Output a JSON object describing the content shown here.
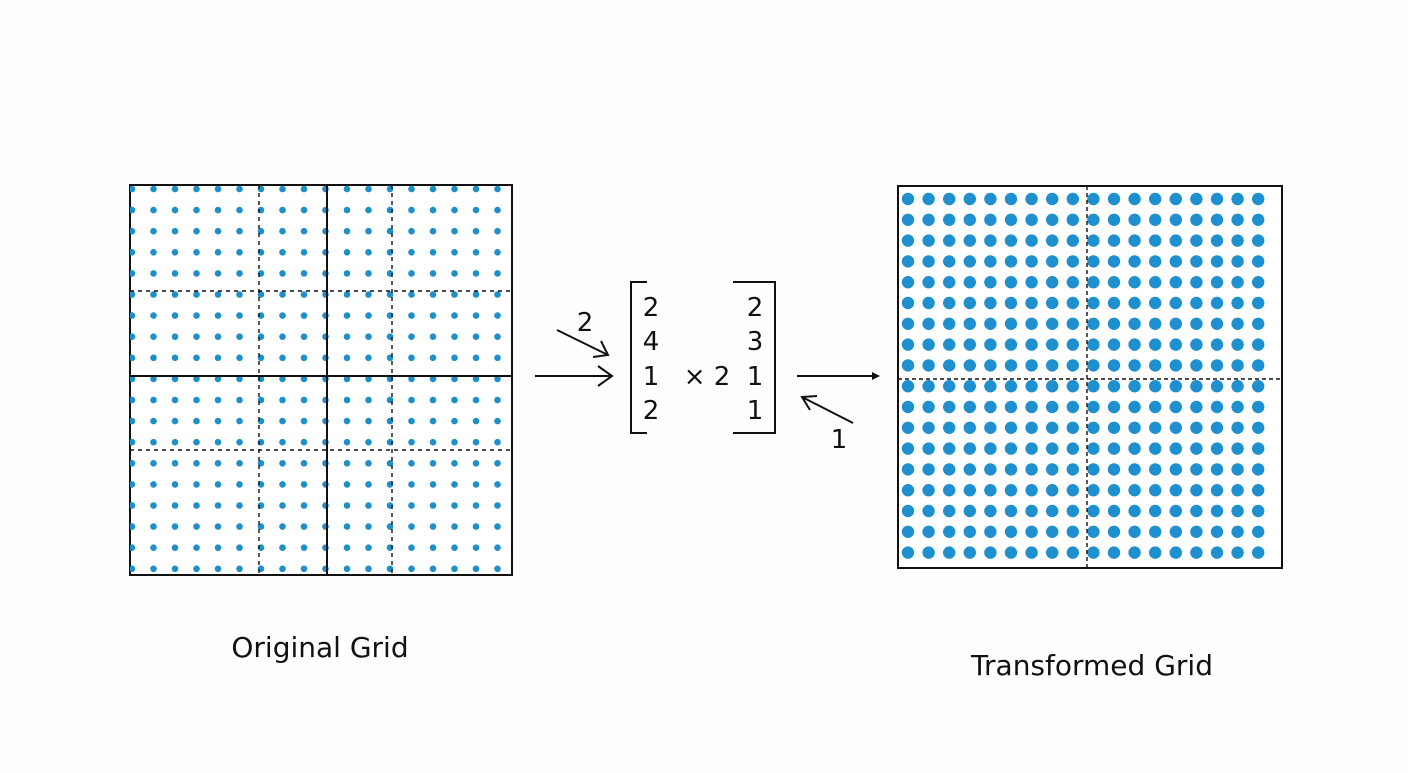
{
  "left_grid": {
    "caption": "Original Grid",
    "dot_columns": 18,
    "dot_rows": 19,
    "dot_color": "#1e8fc8"
  },
  "right_grid": {
    "caption": "Transformed Grid",
    "dot_columns": 18,
    "dot_rows": 18,
    "dot_color": "#1e90d0"
  },
  "matrix": {
    "left_column": [
      "2",
      "4",
      "1",
      "2"
    ],
    "operator": "× 2",
    "right_column": [
      "2",
      "3",
      "1",
      "1"
    ]
  },
  "annotations": {
    "incoming_label": "2",
    "outgoing_label": "1"
  },
  "colors": {
    "line": "#111111",
    "background": "#fefefe"
  }
}
